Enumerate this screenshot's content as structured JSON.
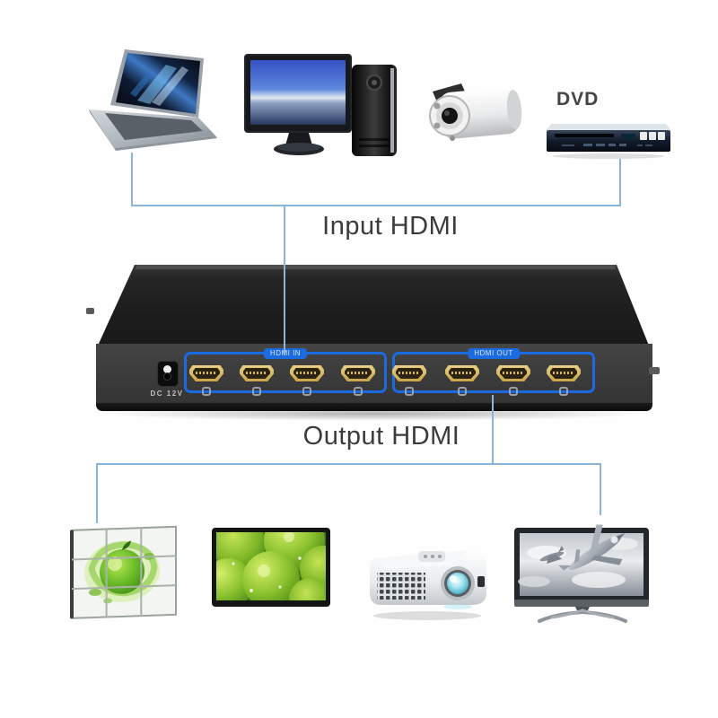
{
  "title": "HDMI matrix input/output connection diagram",
  "labels": {
    "input": "Input HDMI",
    "output": "Output HDMI"
  },
  "matrix_device": {
    "power_label": "DC 12V",
    "hdmi_in_label": "HDMI IN",
    "hdmi_out_label": "HDMI OUT",
    "hdmi_in_port_count": 4,
    "hdmi_out_port_count": 4
  },
  "input_devices": [
    {
      "name": "laptop",
      "icon": "laptop-icon",
      "label": ""
    },
    {
      "name": "desktop-computer",
      "icon": "desktop-computer-icon",
      "label": ""
    },
    {
      "name": "cctv-camera",
      "icon": "cctv-camera-icon",
      "label": ""
    },
    {
      "name": "dvd-player",
      "icon": "dvd-player-icon",
      "label": "DVD"
    }
  ],
  "output_devices": [
    {
      "name": "video-wall",
      "icon": "video-wall-icon",
      "label": ""
    },
    {
      "name": "tv-limes",
      "icon": "tv-icon",
      "label": ""
    },
    {
      "name": "projector",
      "icon": "projector-icon",
      "label": ""
    },
    {
      "name": "tv-jet",
      "icon": "tv-with-stand-icon",
      "label": ""
    }
  ],
  "colors": {
    "connector_line": "#8ab5d8",
    "port_group_outline": "#1b6ae0",
    "big_label_text": "#3b3b3b",
    "hdmi_port_gold": "#c9a54b",
    "device_body": "#1d1d1d",
    "projector_lens_glow": "#9fe3ef"
  }
}
